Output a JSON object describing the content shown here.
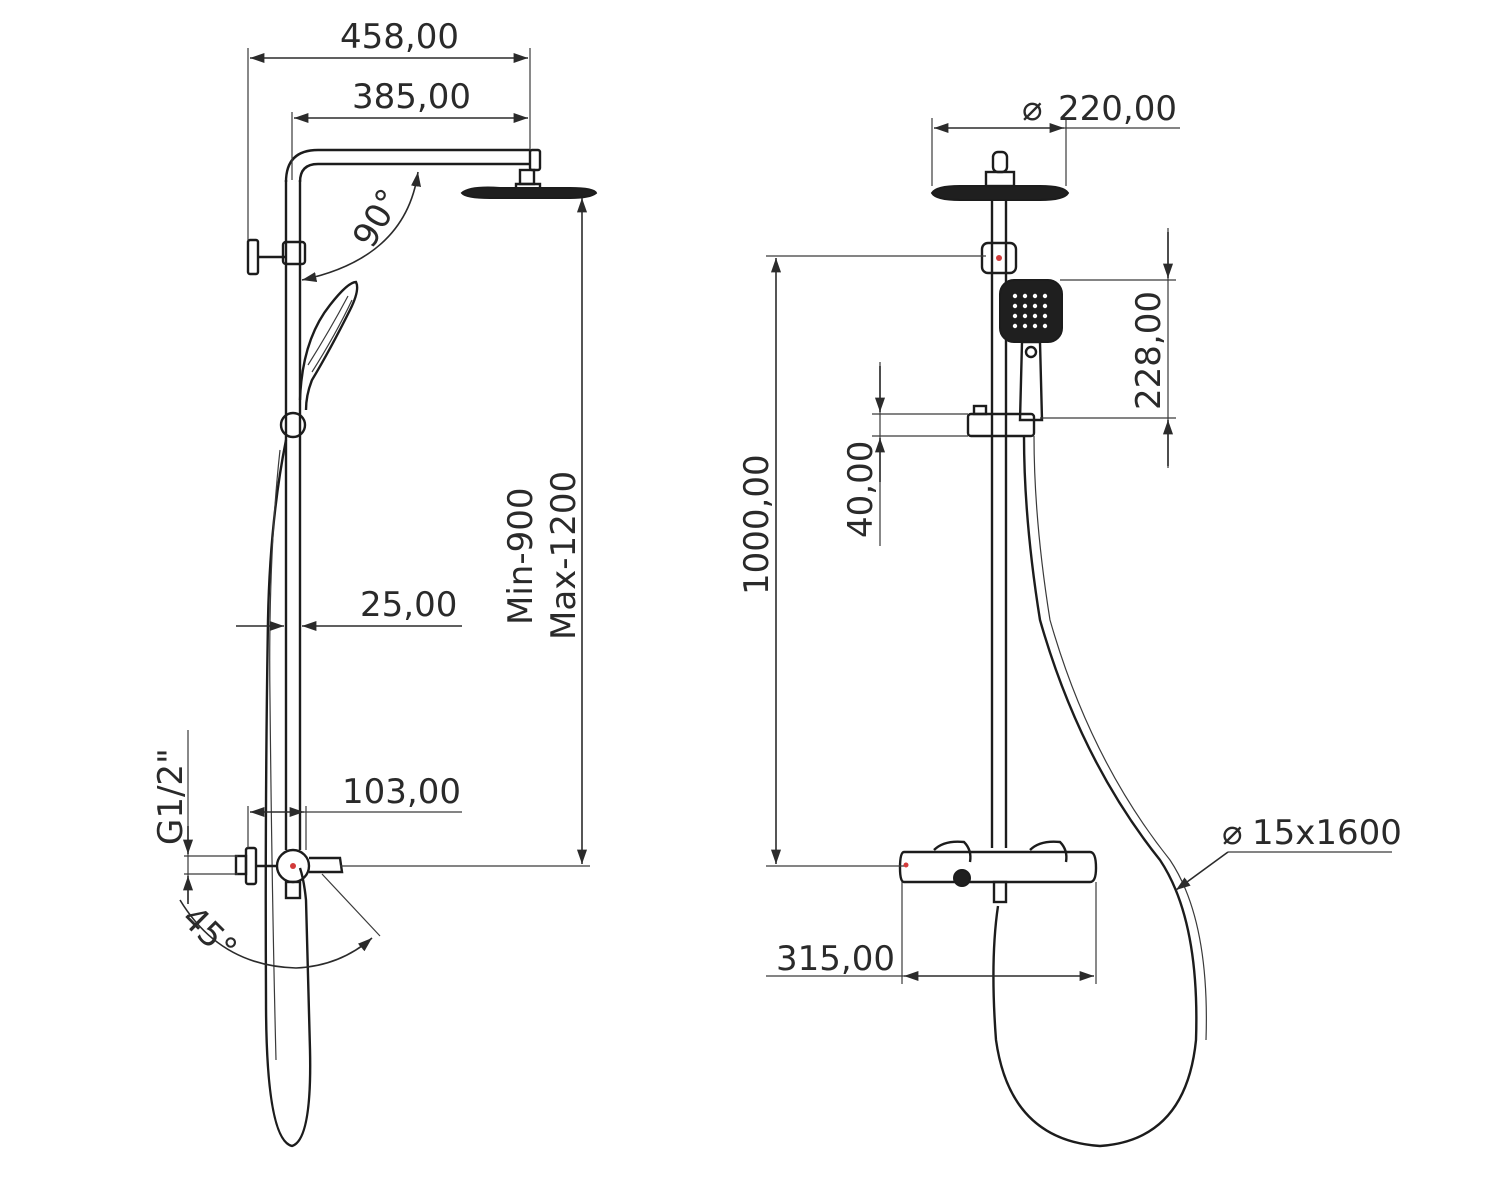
{
  "dimensions": {
    "side_width_total": "458,00",
    "side_arm_length": "385,00",
    "side_arm_angle": "90°",
    "side_rail_height": "Min-900",
    "side_rail_height_max": "Max-1200",
    "side_rail_diameter": "25,00",
    "side_valve_offset": "103,00",
    "side_inlet_thread": "G1/2\"",
    "side_valve_angle": "45°",
    "front_head_diameter": "220,00",
    "front_rail_length": "1000,00",
    "front_hand_shower_length": "228,00",
    "front_holder_height": "40,00",
    "front_valve_width": "315,00",
    "front_hose_spec": "15x1600"
  },
  "symbols": {
    "diameter": "⌀"
  },
  "colors": {
    "line": "#2b2b2b",
    "hot_marker": "#d23a3a"
  }
}
